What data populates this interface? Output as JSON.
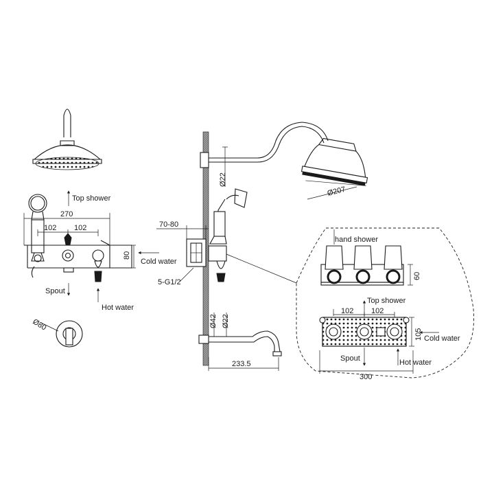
{
  "colors": {
    "ink": "#1a1a1a",
    "wall": "#8a8a8a",
    "background": "#ffffff"
  },
  "labels": {
    "top_shower_left": "Top shower",
    "dim_270": "270",
    "dim_102_a": "102",
    "dim_102_b": "102",
    "dim_80": "80",
    "cold_water_left": "Cold water",
    "spout_left": "Spout",
    "hot_water_left": "Hot water",
    "dia_80": "Ø80",
    "dim_70_80": "70-80",
    "thread": "5-G1/2",
    "dia_22_top": "Ø22",
    "dia_207": "Ø207",
    "dia_42": "Ø42",
    "dia_22_spout": "Ø22",
    "dim_233_5": "233.5",
    "hand_shower": "hand shower",
    "dim_60": "60",
    "top_shower_right": "Top shower",
    "dim_102_c": "102",
    "dim_102_d": "102",
    "dim_105": "105",
    "cold_water_right": "Cold water",
    "spout_right": "Spout",
    "hot_water_right": "Hot water",
    "dim_300": "300"
  }
}
